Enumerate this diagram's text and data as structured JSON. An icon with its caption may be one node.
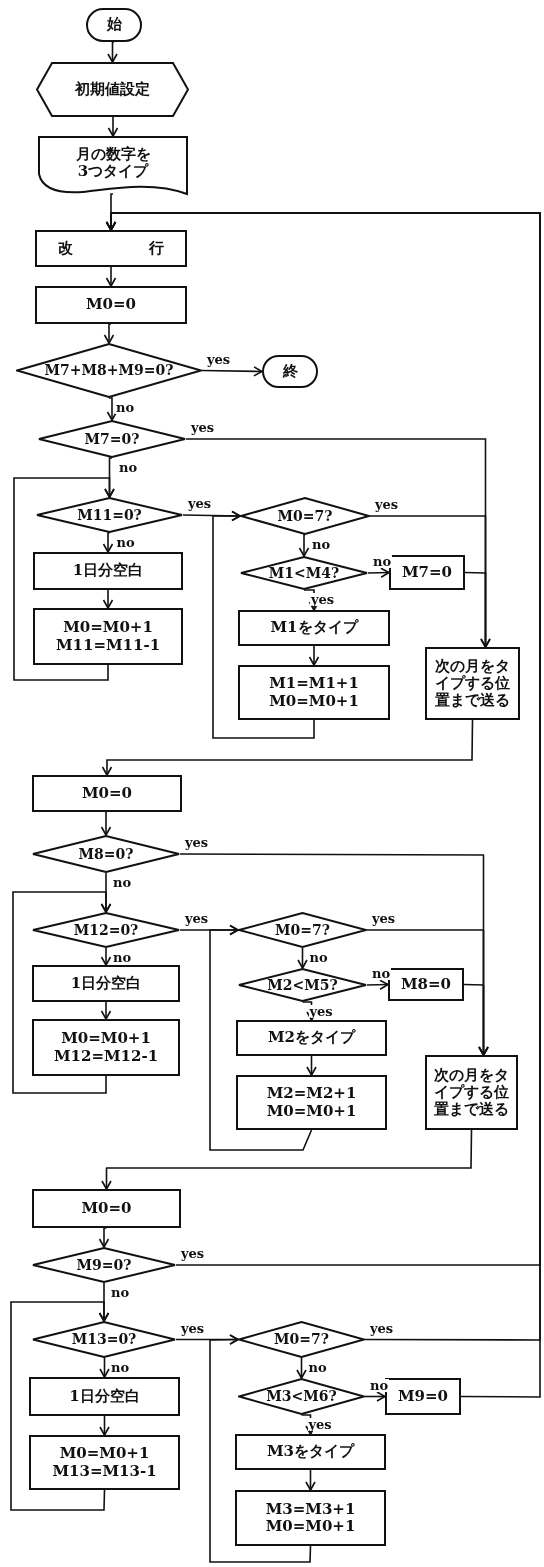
{
  "diagram": {
    "nodes": [
      {
        "text": [
          "始"
        ]
      },
      {
        "text": [
          "初期値設定"
        ]
      },
      {
        "text": [
          "月の数字を 3つタイプ"
        ]
      },
      {
        "text": [
          "改 行"
        ]
      },
      {
        "text": [
          "M0=0"
        ]
      },
      {
        "text": [
          "M7+M8+M9=0?"
        ]
      },
      {
        "text": [
          "終"
        ]
      },
      {
        "text": [
          "M7=0?"
        ]
      },
      {
        "text": [
          "M11=0?"
        ]
      },
      {
        "text": [
          "1日分空白"
        ]
      },
      {
        "text": [
          "M0=M0+1 M11=M11-1"
        ]
      },
      {
        "text": [
          "M0=7?"
        ]
      },
      {
        "text": [
          "M1<M4?"
        ]
      },
      {
        "text": [
          "M7=0"
        ]
      },
      {
        "text": [
          "M1をタイプ"
        ]
      },
      {
        "text": [
          "M1=M1+1 M0=M0+1"
        ]
      },
      {
        "text": [
          "次の月をタイプする位置まで送る"
        ]
      },
      {
        "text": [
          "M0=0"
        ]
      },
      {
        "text": [
          "M8=0?"
        ]
      },
      {
        "text": [
          "M12=0?"
        ]
      },
      {
        "text": [
          "1日分空白"
        ]
      },
      {
        "text": [
          "M0=M0+1 M12=M12-1"
        ]
      },
      {
        "text": [
          "M0=7?"
        ]
      },
      {
        "text": [
          "M2<M5?"
        ]
      },
      {
        "text": [
          "M8=0"
        ]
      },
      {
        "text": [
          "M2をタイプ"
        ]
      },
      {
        "text": [
          "M2=M2+1 M0=M0+1"
        ]
      },
      {
        "text": [
          "次の月をタイプする位置まで送る"
        ]
      },
      {
        "text": [
          "M0=0"
        ]
      },
      {
        "text": [
          "M9=0?"
        ]
      },
      {
        "text": [
          "M13=0?"
        ]
      },
      {
        "text": [
          "1日分空白"
        ]
      },
      {
        "text": [
          "M0=M0+1 M13=M13-1"
        ]
      },
      {
        "text": [
          "M0=7?"
        ]
      },
      {
        "text": [
          "M3<M6?"
        ]
      },
      {
        "text": [
          "M9=0"
        ]
      },
      {
        "text": [
          "M3をタイプ"
        ]
      },
      {
        "text": [
          "M3=M3+1 M0=M0+1"
        ]
      }
    ],
    "edges": [
      {
        "from": 0,
        "to": 1,
        "arrow": "to"
      },
      {
        "from": 1,
        "to": 2,
        "arrow": "to"
      },
      {
        "from": 2,
        "to": 3,
        "arrow": "to"
      },
      {
        "from": 3,
        "to": 4,
        "arrow": "to"
      },
      {
        "from": 4,
        "to": 5,
        "arrow": "to"
      },
      {
        "from": 5,
        "to": 6,
        "arrow": "to",
        "label": "yes"
      },
      {
        "from": 5,
        "to": 7,
        "arrow": "to",
        "label": "no"
      },
      {
        "from": 7,
        "to": 16,
        "arrow": "none",
        "label": "yes"
      },
      {
        "from": 7,
        "to": 8,
        "arrow": "to",
        "label": "no"
      },
      {
        "from": 10,
        "to": 8,
        "arrow": "to"
      },
      {
        "from": 8,
        "to": 9,
        "arrow": "to",
        "label": "no"
      },
      {
        "from": 9,
        "to": 10,
        "arrow": "to"
      },
      {
        "from": 8,
        "to": 11,
        "arrow": "to",
        "label": "yes"
      },
      {
        "from": 11,
        "to": 16,
        "arrow": "to",
        "label": "yes"
      },
      {
        "from": 11,
        "to": 12,
        "arrow": "to",
        "label": "no"
      },
      {
        "from": 12,
        "to": 13,
        "arrow": "to",
        "label": "no"
      },
      {
        "from": 13,
        "to": 16,
        "arrow": "to"
      },
      {
        "from": 12,
        "to": 14,
        "arrow": "to",
        "label": "yes"
      },
      {
        "from": 14,
        "to": 15,
        "arrow": "to"
      },
      {
        "from": 15,
        "to": 11,
        "arrow": "to"
      },
      {
        "from": 16,
        "to": 17,
        "arrow": "to"
      },
      {
        "from": 17,
        "to": 18,
        "arrow": "to"
      },
      {
        "from": 18,
        "to": 27,
        "arrow": "to",
        "label": "yes"
      },
      {
        "from": 18,
        "to": 19,
        "arrow": "to",
        "label": "no"
      },
      {
        "from": 21,
        "to": 19,
        "arrow": "to"
      },
      {
        "from": 19,
        "to": 20,
        "arrow": "to",
        "label": "no"
      },
      {
        "from": 20,
        "to": 21,
        "arrow": "to"
      },
      {
        "from": 19,
        "to": 22,
        "arrow": "to",
        "label": "yes"
      },
      {
        "from": 22,
        "to": 27,
        "arrow": "to",
        "label": "yes"
      },
      {
        "from": 22,
        "to": 23,
        "arrow": "to",
        "label": "no"
      },
      {
        "from": 23,
        "to": 24,
        "arrow": "to",
        "label": "no"
      },
      {
        "from": 24,
        "to": 27,
        "arrow": "to"
      },
      {
        "from": 23,
        "to": 25,
        "arrow": "to",
        "label": "yes"
      },
      {
        "from": 25,
        "to": 26,
        "arrow": "to"
      },
      {
        "from": 26,
        "to": 22,
        "arrow": "to"
      },
      {
        "from": 27,
        "to": 28,
        "arrow": "to"
      },
      {
        "from": 28,
        "to": 29,
        "arrow": "to"
      },
      {
        "from": 29,
        "to": 3,
        "arrow": "to",
        "label": "yes"
      },
      {
        "from": 29,
        "to": 30,
        "arrow": "to",
        "label": "no"
      },
      {
        "from": 32,
        "to": 30,
        "arrow": "to"
      },
      {
        "from": 30,
        "to": 31,
        "arrow": "to",
        "label": "no"
      },
      {
        "from": 31,
        "to": 32,
        "arrow": "to"
      },
      {
        "from": 30,
        "to": 33,
        "arrow": "to",
        "label": "yes"
      },
      {
        "from": 33,
        "to": 3,
        "arrow": "to",
        "label": "yes"
      },
      {
        "from": 33,
        "to": 34,
        "arrow": "to",
        "label": "no"
      },
      {
        "from": 34,
        "to": 35,
        "arrow": "to",
        "label": "no"
      },
      {
        "from": 35,
        "to": 3,
        "arrow": "to"
      },
      {
        "from": 34,
        "to": 36,
        "arrow": "to",
        "label": "yes"
      },
      {
        "from": 36,
        "to": 37,
        "arrow": "to"
      },
      {
        "from": 37,
        "to": 33,
        "arrow": "to"
      }
    ]
  }
}
